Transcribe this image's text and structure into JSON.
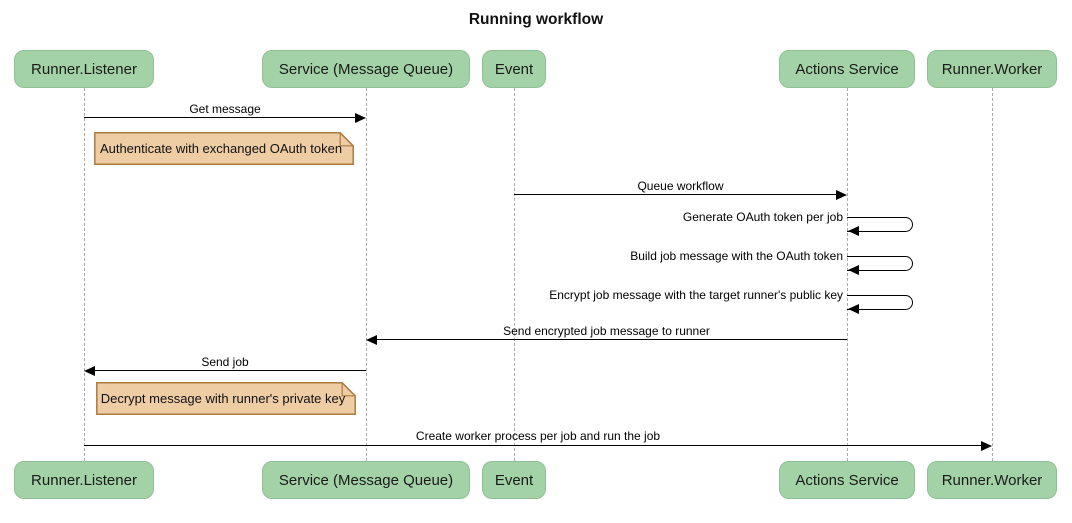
{
  "title": "Running workflow",
  "participants": [
    "Runner.Listener",
    "Service (Message Queue)",
    "Event",
    "Actions Service",
    "Runner.Worker"
  ],
  "messages": [
    {
      "label": "Get message",
      "from": "Runner.Listener",
      "to": "Service (Message Queue)",
      "direction": "right"
    },
    {
      "label": "Queue workflow",
      "from": "Event",
      "to": "Actions Service",
      "direction": "right"
    },
    {
      "label": "Generate OAuth token per job",
      "from": "Actions Service",
      "to": "Actions Service",
      "direction": "self"
    },
    {
      "label": "Build job message with the OAuth token",
      "from": "Actions Service",
      "to": "Actions Service",
      "direction": "self"
    },
    {
      "label": "Encrypt job message with the target runner's public key",
      "from": "Actions Service",
      "to": "Actions Service",
      "direction": "self"
    },
    {
      "label": "Send encrypted job message to runner",
      "from": "Actions Service",
      "to": "Service (Message Queue)",
      "direction": "left"
    },
    {
      "label": "Send job",
      "from": "Service (Message Queue)",
      "to": "Runner.Listener",
      "direction": "left"
    },
    {
      "label": "Create worker process per job and run the job",
      "from": "Runner.Listener",
      "to": "Runner.Worker",
      "direction": "right"
    }
  ],
  "notes": [
    {
      "text": "Authenticate with exchanged OAuth token",
      "anchor": "Runner.Listener"
    },
    {
      "text": "Decrypt message with runner's private key",
      "anchor": "Runner.Listener"
    }
  ],
  "colors": {
    "actor_fill": "#a3d2a6",
    "actor_border": "#8fc094",
    "note_fill": "#eecda5",
    "note_border": "#aa7b44",
    "lifeline": "#a9a9a9",
    "arrow": "#000000",
    "background": "#ffffff"
  }
}
